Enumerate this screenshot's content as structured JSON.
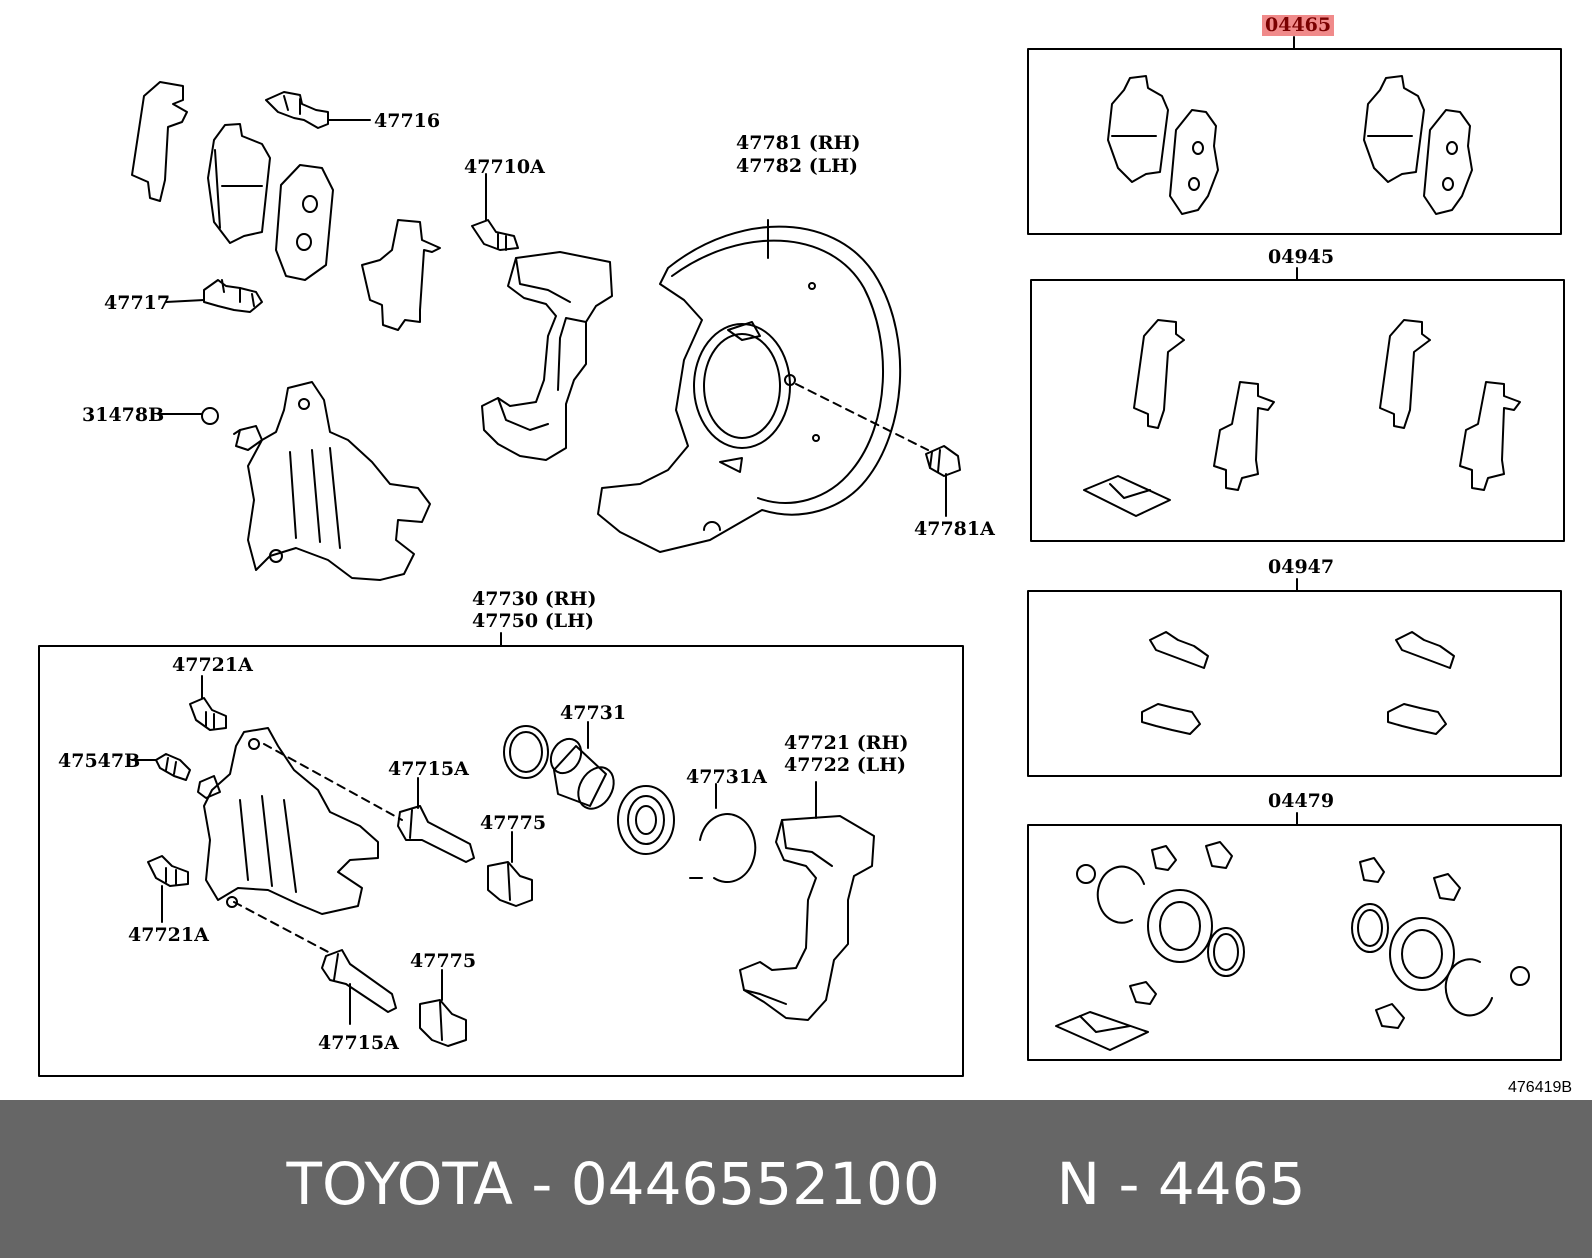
{
  "diagram": {
    "labels": {
      "p47716": "47716",
      "p47717": "47717",
      "p47710A": "47710A",
      "p47781_rh": "47781 (RH)",
      "p47782_lh": "47782 (LH)",
      "p31478B": "31478B",
      "p47781A": "47781A",
      "p47730_rh": "47730 (RH)",
      "p47750_lh": "47750 (LH)",
      "p47721A_top": "47721A",
      "p47547B": "47547B",
      "p47715A_top": "47715A",
      "p47731": "47731",
      "p47775_top": "47775",
      "p47731A": "47731A",
      "p47721_rh": "47721 (RH)",
      "p47722_lh": "47722 (LH)",
      "p47721A_bottom": "47721A",
      "p47775_bottom": "47775",
      "p47715A_bottom": "47715A"
    },
    "kits": {
      "k04465": "04465",
      "k04945": "04945",
      "k04947": "04947",
      "k04479": "04479"
    },
    "diagram_code": "476419B"
  },
  "footer": {
    "brand": "TOYOTA",
    "sep1": "-",
    "part_number": "0446552100",
    "ref_prefix": "N",
    "sep2": "-",
    "ref_number": "4465"
  },
  "colors": {
    "highlight_bg": "#f08a8a",
    "highlight_text": "#7a0000",
    "footer_bg": "#666666",
    "footer_text": "#ffffff"
  }
}
